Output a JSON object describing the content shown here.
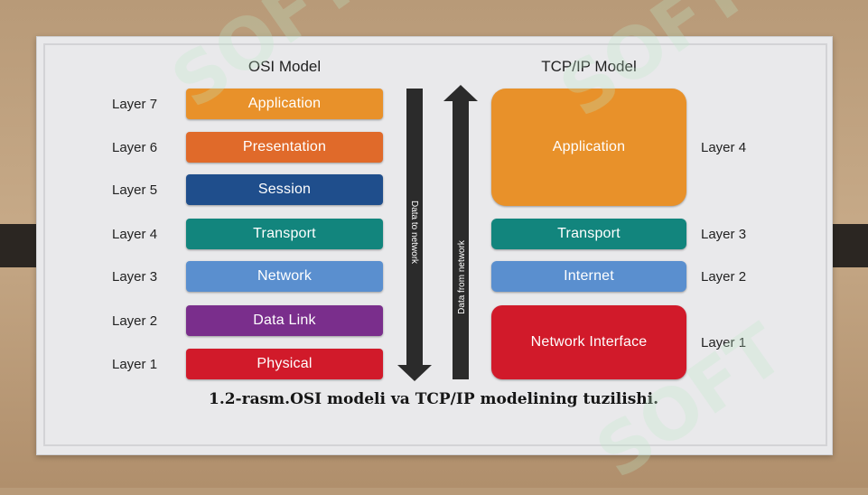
{
  "diagram": {
    "osi": {
      "heading": "OSI Model",
      "layers": [
        {
          "layer": "Layer 7",
          "name": "Application",
          "color": "#e8912a"
        },
        {
          "layer": "Layer 6",
          "name": "Presentation",
          "color": "#e06a2a"
        },
        {
          "layer": "Layer 5",
          "name": "Session",
          "color": "#1f4e8c"
        },
        {
          "layer": "Layer 4",
          "name": "Transport",
          "color": "#12857d"
        },
        {
          "layer": "Layer 3",
          "name": "Network",
          "color": "#5a8fcf"
        },
        {
          "layer": "Layer 2",
          "name": "Data Link",
          "color": "#7a2e8c"
        },
        {
          "layer": "Layer 1",
          "name": "Physical",
          "color": "#d11a2a"
        }
      ]
    },
    "tcpip": {
      "heading": "TCP/IP Model",
      "layers": [
        {
          "layer": "Layer 4",
          "name": "Application",
          "color": "#e8912a"
        },
        {
          "layer": "Layer 3",
          "name": "Transport",
          "color": "#12857d"
        },
        {
          "layer": "Layer 2",
          "name": "Internet",
          "color": "#5a8fcf"
        },
        {
          "layer": "Layer 1",
          "name": "Network Interface",
          "color": "#d11a2a"
        }
      ]
    },
    "arrows": {
      "down_label": "Data to network",
      "up_label": "Data from network",
      "color": "#2b2b2b"
    },
    "caption": "1.2-rasm.OSI modeli va TCP/IP modelining tuzilishi."
  },
  "watermark": {
    "text": "SOFT"
  }
}
